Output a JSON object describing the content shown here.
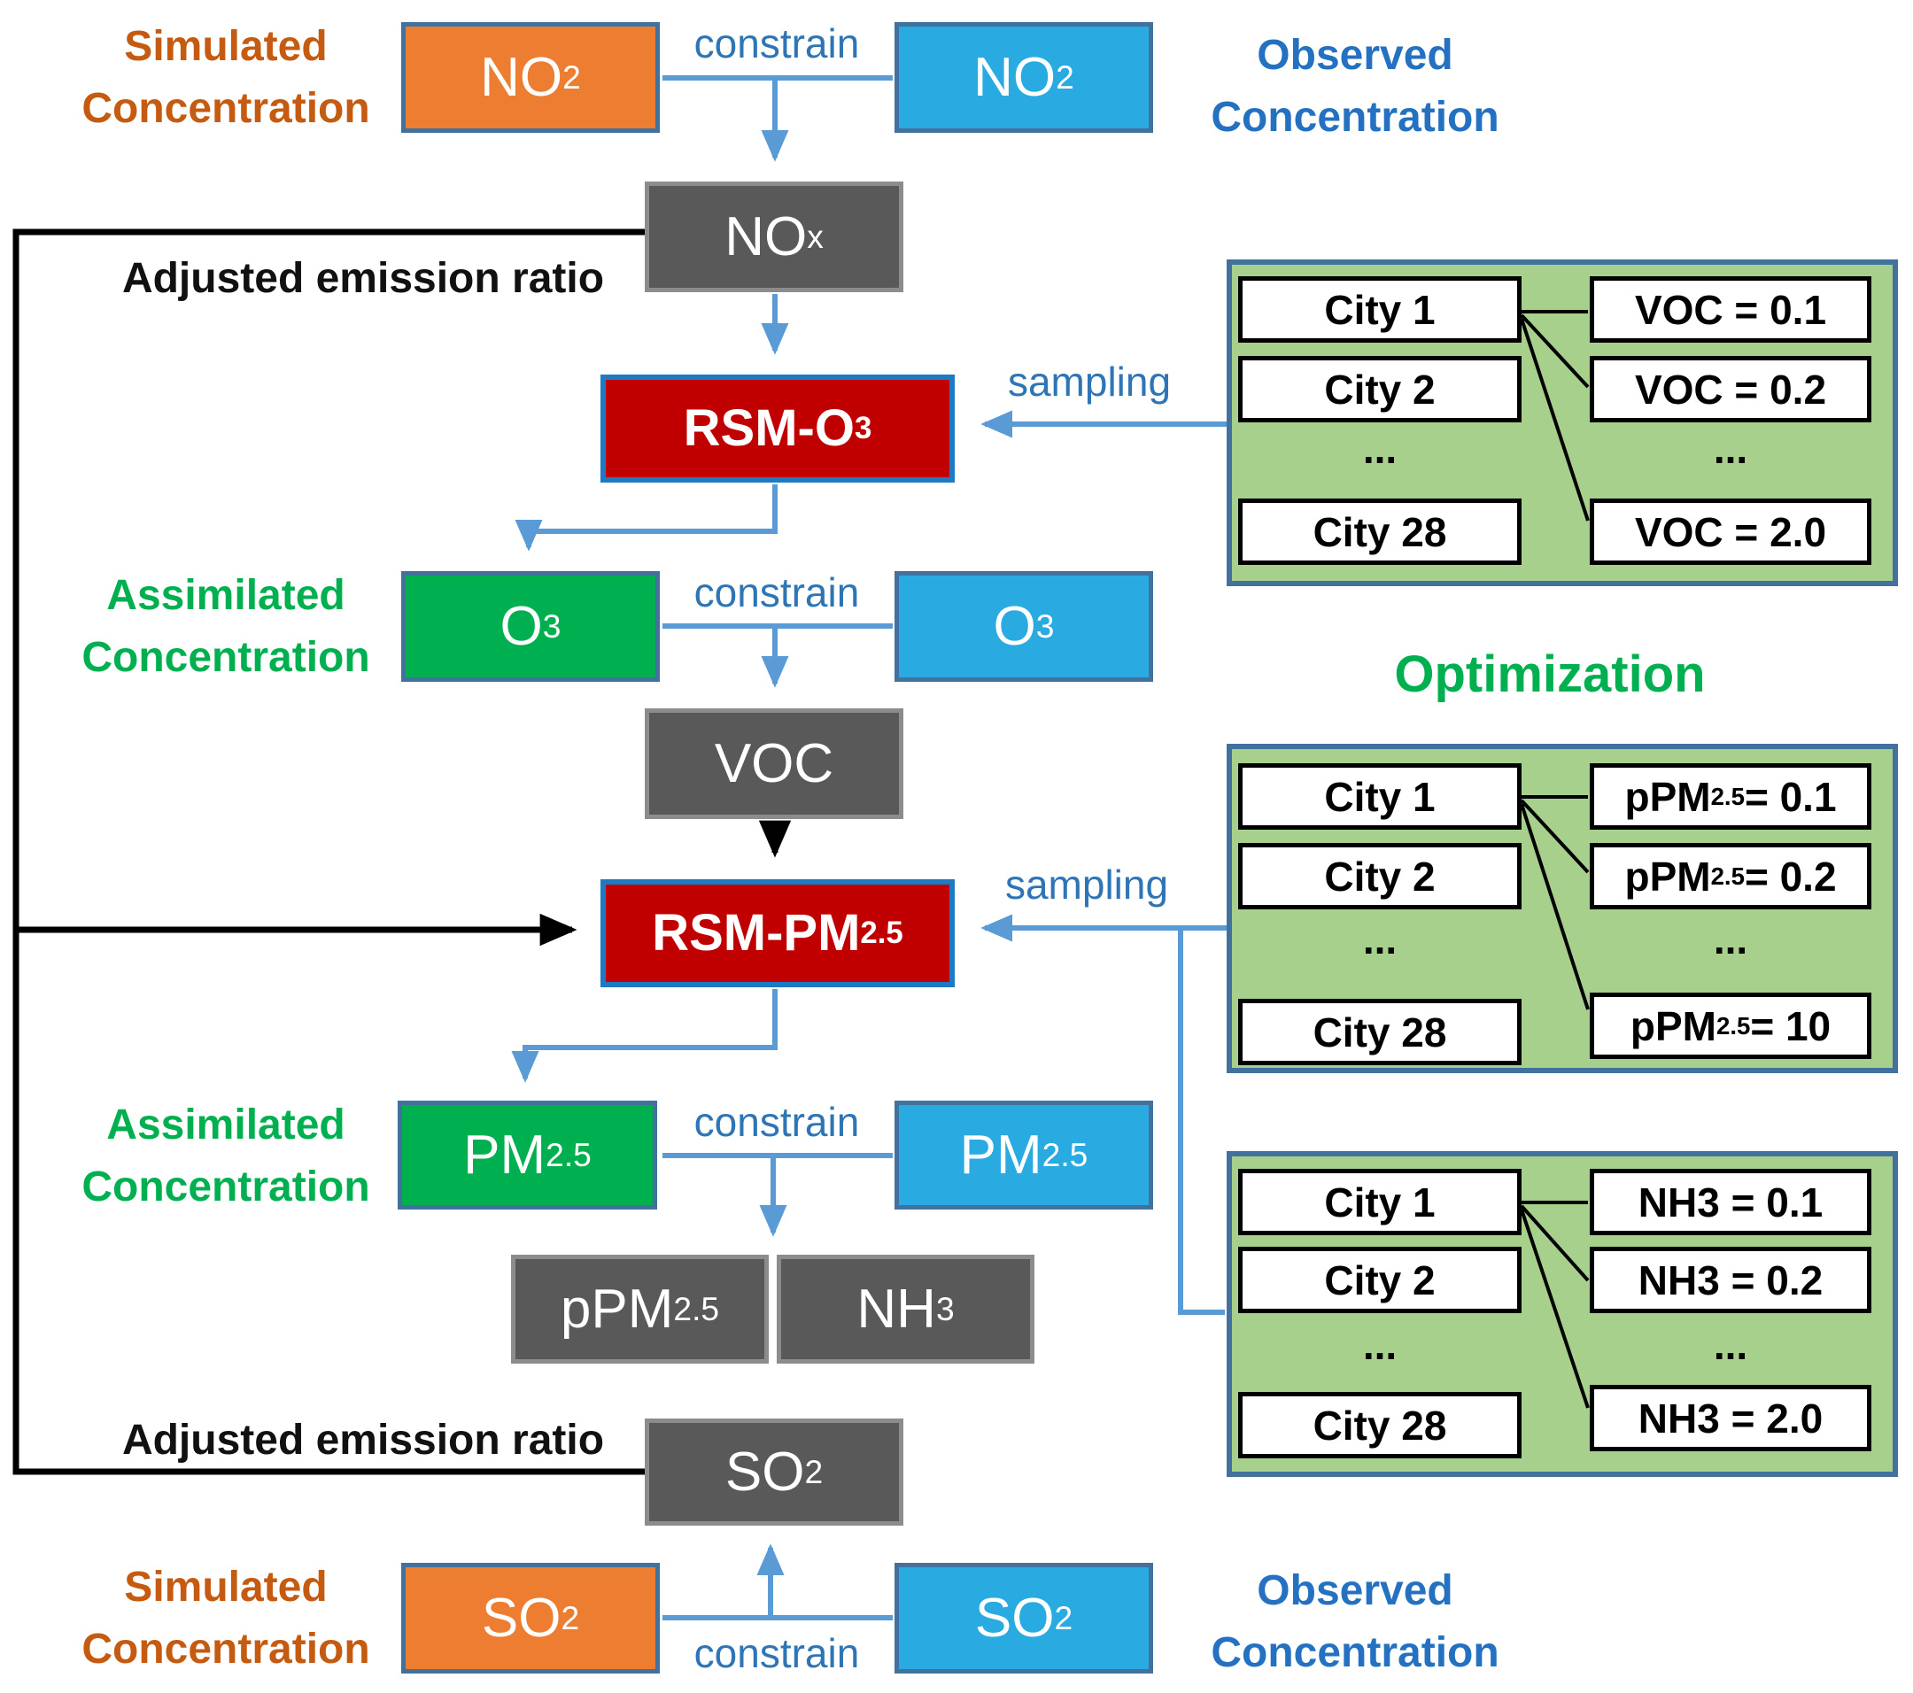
{
  "colors": {
    "simulated_box": "#ED7D31",
    "observed_box": "#29ABE2",
    "assimilated_box": "#00B050",
    "model_box": "#C00000",
    "pollutant_box": "#595959",
    "table_background": "#A8D08D",
    "box_border": "#41719C",
    "model_box_border": "#1F7AC4",
    "arrow_blue": "#5B9BD5",
    "label_orange": "#C55A11",
    "label_blue": "#2471C1",
    "label_green": "#00B050",
    "edge_label_blue": "#2E75B6"
  },
  "labels": {
    "simulated_top": {
      "line1": "Simulated",
      "line2": "Concentration"
    },
    "observed_top": {
      "line1": "Observed",
      "line2": "Concentration"
    },
    "assimilated_o3": {
      "line1": "Assimilated",
      "line2": "Concentration"
    },
    "assimilated_pm25": {
      "line1": "Assimilated",
      "line2": "Concentration"
    },
    "adjusted_top": "Adjusted emission ratio",
    "adjusted_bottom": "Adjusted emission ratio",
    "simulated_bottom": {
      "line1": "Simulated",
      "line2": "Concentration"
    },
    "observed_bottom": {
      "line1": "Observed",
      "line2": "Concentration"
    },
    "optimization": "Optimization",
    "constrain_no2": "constrain",
    "constrain_o3": "constrain",
    "constrain_pm25": "constrain",
    "constrain_so2": "constrain",
    "sampling_o3": "sampling",
    "sampling_pm25": "sampling"
  },
  "nodes": {
    "no2_sim": {
      "segments": [
        "NO",
        {
          "sub": "2"
        }
      ]
    },
    "no2_obs": {
      "segments": [
        "NO",
        {
          "sub": "2"
        }
      ]
    },
    "nox": {
      "segments": [
        "NO",
        {
          "sub": "x"
        }
      ]
    },
    "rsm_o3": {
      "segments": [
        "RSM-O",
        {
          "sub": "3"
        }
      ]
    },
    "o3_assim": {
      "segments": [
        "O",
        {
          "sub": "3"
        }
      ]
    },
    "o3_obs": {
      "segments": [
        "O",
        {
          "sub": "3"
        }
      ]
    },
    "voc": {
      "segments": [
        "VOC"
      ]
    },
    "rsm_pm25": {
      "segments": [
        "RSM-PM",
        {
          "sub": "2.5"
        }
      ]
    },
    "pm25_assim": {
      "segments": [
        "PM",
        {
          "sub": "2.5"
        }
      ]
    },
    "pm25_obs": {
      "segments": [
        "PM",
        {
          "sub": "2.5"
        }
      ]
    },
    "ppm25": {
      "segments": [
        "pPM",
        {
          "sub": "2.5"
        }
      ]
    },
    "nh3": {
      "segments": [
        "NH",
        {
          "sub": "3"
        }
      ]
    },
    "so2_adj": {
      "segments": [
        "SO",
        {
          "sub": "2"
        }
      ]
    },
    "so2_sim": {
      "segments": [
        "SO",
        {
          "sub": "2"
        }
      ]
    },
    "so2_obs": {
      "segments": [
        "SO",
        {
          "sub": "2"
        }
      ]
    }
  },
  "tables": [
    {
      "id": "voc_samples",
      "cities": [
        "City 1",
        "City 2",
        "City 28"
      ],
      "dots": "...",
      "values": [
        [
          "VOC = 0.1"
        ],
        [
          "VOC = 0.2"
        ],
        [
          "VOC = 2.0"
        ]
      ]
    },
    {
      "id": "ppm25_samples",
      "cities": [
        "City 1",
        "City 2",
        "City 28"
      ],
      "dots": "...",
      "values": [
        [
          "pPM",
          {
            "sub": "2.5"
          },
          " = 0.1"
        ],
        [
          "pPM",
          {
            "sub": "2.5"
          },
          " = 0.2"
        ],
        [
          "pPM",
          {
            "sub": "2.5"
          },
          " = 10"
        ]
      ]
    },
    {
      "id": "nh3_samples",
      "cities": [
        "City 1",
        "City 2",
        "City 28"
      ],
      "dots": "...",
      "values": [
        [
          "NH3 = 0.1"
        ],
        [
          "NH3 = 0.2"
        ],
        [
          "NH3 = 2.0"
        ]
      ]
    }
  ]
}
